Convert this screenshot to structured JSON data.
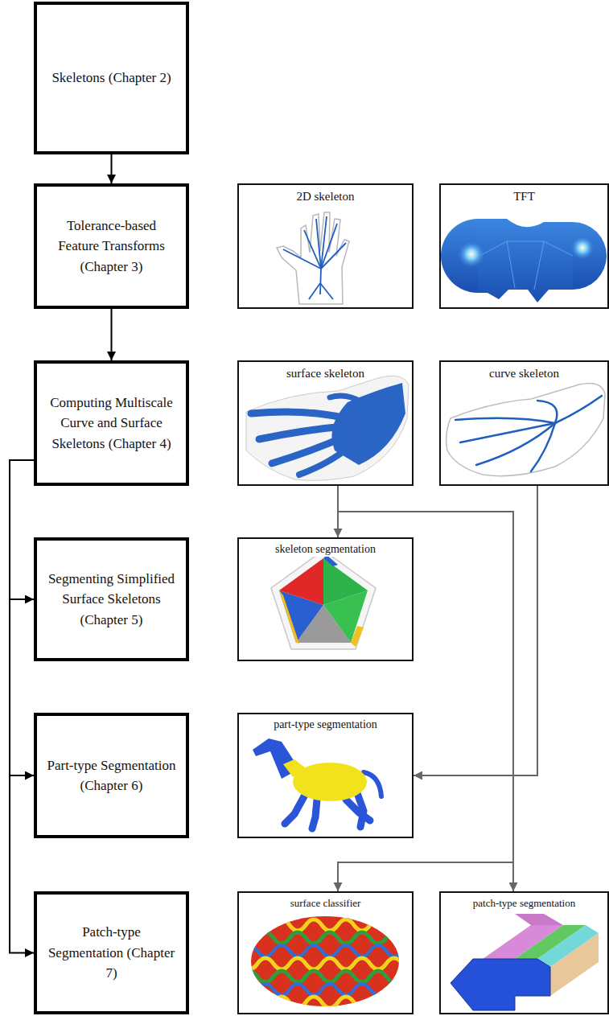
{
  "diagram": {
    "nodes": [
      {
        "text": [
          "Skeletons (Chapter 2)"
        ]
      },
      {
        "text": [
          "Tolerance-based Feature Transforms (Chapter 3)"
        ]
      },
      {
        "text": [
          "2D skeleton"
        ]
      },
      {
        "text": [
          "TFT"
        ]
      },
      {
        "text": [
          "Computing Multiscale Curve and Surface Skeletons (Chapter 4)"
        ]
      },
      {
        "text": [
          "surface skeleton"
        ]
      },
      {
        "text": [
          "curve skeleton"
        ]
      },
      {
        "text": [
          "Segmenting Simplified Surface Skeletons (Chapter 5)"
        ]
      },
      {
        "text": [
          "skeleton segmentation"
        ]
      },
      {
        "text": [
          "Part-type Segmentation (Chapter 6)"
        ]
      },
      {
        "text": [
          "part-type segmentation"
        ]
      },
      {
        "text": [
          "Patch-type Segmentation (Chapter 7)"
        ]
      },
      {
        "text": [
          "surface classifier"
        ]
      },
      {
        "text": [
          "patch-type segmentation"
        ]
      }
    ],
    "edges": [
      {
        "from": 0,
        "to": 1,
        "arrow": "to"
      },
      {
        "from": 1,
        "to": 4,
        "arrow": "to"
      },
      {
        "from": 4,
        "to": 7,
        "arrow": "to"
      },
      {
        "from": 4,
        "to": 9,
        "arrow": "to"
      },
      {
        "from": 4,
        "to": 11,
        "arrow": "to"
      },
      {
        "from": 5,
        "to": 8,
        "arrow": "to"
      },
      {
        "from": 5,
        "to": 12,
        "arrow": "to"
      },
      {
        "from": 5,
        "to": 13,
        "arrow": "to"
      },
      {
        "from": 6,
        "to": 10,
        "arrow": "to"
      }
    ]
  }
}
